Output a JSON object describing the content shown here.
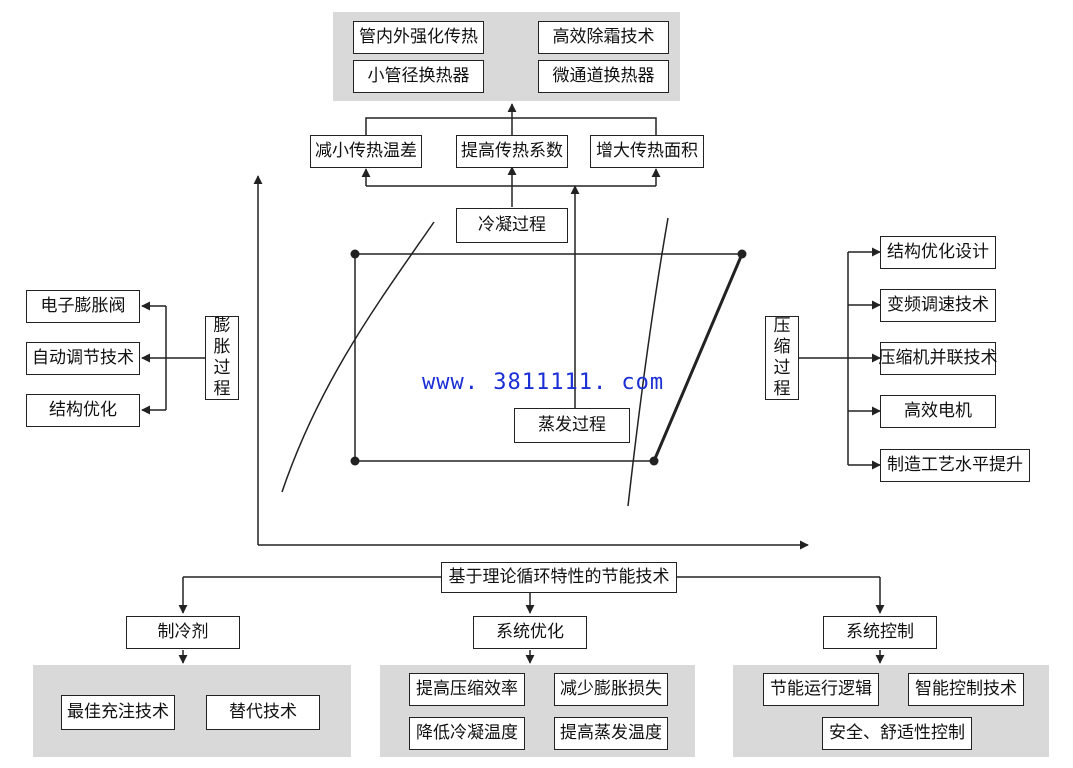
{
  "top_panel": {
    "items": [
      "管内外强化传热",
      "高效除霜技术",
      "小管径换热器",
      "微通道换热器"
    ]
  },
  "condensation": {
    "label": "冷凝过程",
    "methods": [
      "减小传热温差",
      "提高传热系数",
      "增大传热面积"
    ]
  },
  "expansion": {
    "label": [
      "膨",
      "胀",
      "过",
      "程"
    ],
    "items": [
      "电子膨胀阀",
      "自动调节技术",
      "结构优化"
    ]
  },
  "compression": {
    "label": [
      "压",
      "缩",
      "过",
      "程"
    ],
    "items": [
      "结构优化设计",
      "变频调速技术",
      "压缩机并联技术",
      "高效电机",
      "制造工艺水平提升"
    ]
  },
  "evaporation": {
    "label": "蒸发过程"
  },
  "watermark": "www. 3811111. com",
  "root": {
    "label": "基于理论循环特性的节能技术"
  },
  "branches": {
    "refrigerant": {
      "label": "制冷剂",
      "items": [
        "最佳充注技术",
        "替代技术"
      ]
    },
    "system_opt": {
      "label": "系统优化",
      "items": [
        "提高压缩效率",
        "减少膨胀损失",
        "降低冷凝温度",
        "提高蒸发温度"
      ]
    },
    "system_ctrl": {
      "label": "系统控制",
      "items": [
        "节能运行逻辑",
        "智能控制技术",
        "安全、舒适性控制"
      ]
    }
  },
  "colors": {
    "panel": "#d9d9d9",
    "line": "#222222",
    "watermark": "#1a2fd6"
  }
}
